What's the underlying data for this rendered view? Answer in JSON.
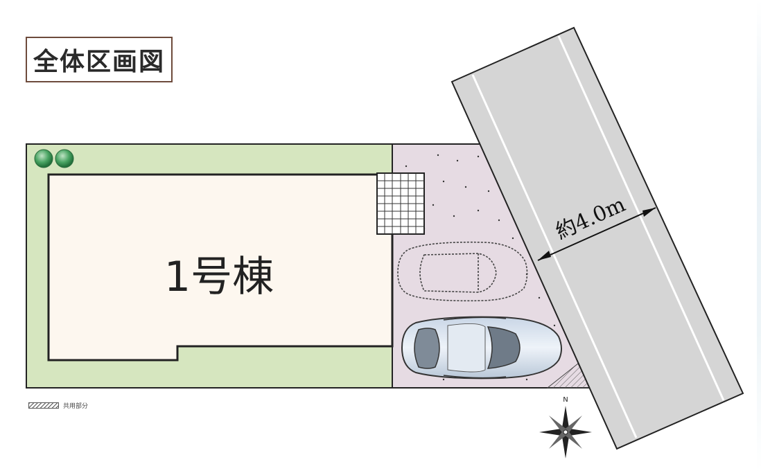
{
  "title": "全体区画図",
  "building_label": "1号棟",
  "road_width_label": "約4.0m",
  "compass_label": "N",
  "legend_text": "共用部分",
  "colors": {
    "garden": "#d6e6bf",
    "building": "#fdf7ef",
    "parking": "#e6dbe3",
    "road": "#d5d5d5",
    "title_border": "#6d4a3b",
    "tree": "#3f9a58"
  },
  "icons": [
    "tree-icon",
    "car-icon",
    "compass-rose-icon",
    "stair-grid-icon"
  ]
}
